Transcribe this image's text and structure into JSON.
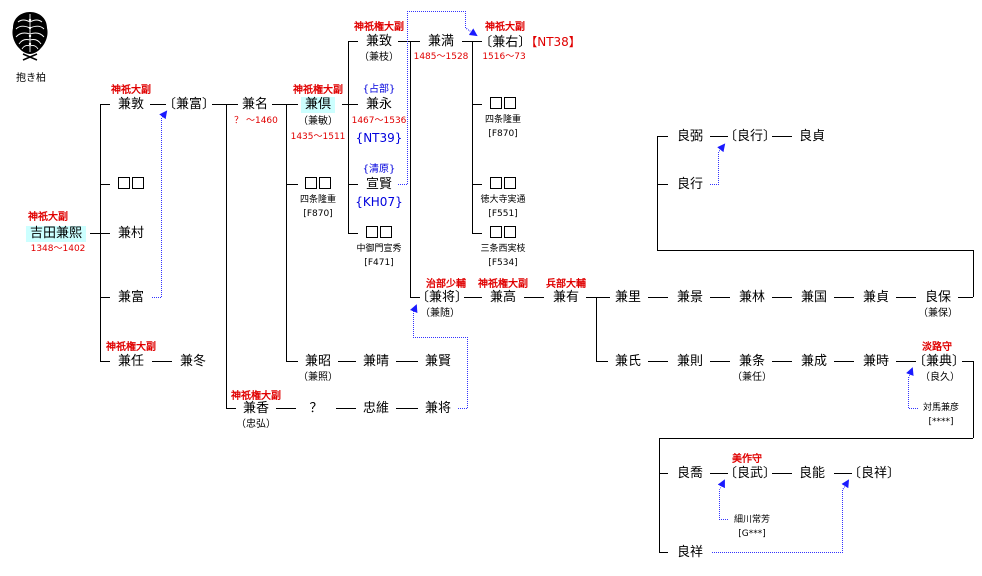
{
  "crest": {
    "icon": "kashiwa-crest-icon",
    "label": "抱き柏"
  },
  "colors": {
    "title": "#e00000",
    "clan": "#0000dd",
    "highlight": "#ccffff",
    "adoption_link": "#3333ff",
    "line": "#000000"
  },
  "nodes": {
    "kanehiro": {
      "name": "吉田兼熙",
      "title": "神祇大副",
      "years": "1348〜1402"
    },
    "kaneatsu": {
      "name": "兼敦",
      "title": "神祇大副"
    },
    "kanetomi_adopt": {
      "name": "〔兼富〕"
    },
    "unknown_a": {
      "name": "□□"
    },
    "kanemura": {
      "name": "兼村"
    },
    "kanetomi": {
      "name": "兼富"
    },
    "kanetou": {
      "name": "兼任",
      "title": "神祇権大副"
    },
    "kanefuyu": {
      "name": "兼冬"
    },
    "kanena": {
      "name": "兼名",
      "years": "？ 〜1460"
    },
    "kanetomo": {
      "name": "兼倶",
      "title": "神祇権大副",
      "alt": "（兼敏）",
      "years": "1435〜1511"
    },
    "unknown_b": {
      "name": "□□",
      "sub1": "四条隆重",
      "sub2": "[F870]"
    },
    "kaneaki": {
      "name": "兼昭",
      "alt": "（兼照）"
    },
    "kaneharu": {
      "name": "兼晴"
    },
    "kanekata": {
      "name": "兼賢"
    },
    "kaneka": {
      "name": "兼香",
      "title": "神祇権大副",
      "alt": "（忠弘）"
    },
    "unknown_q": {
      "name": "？"
    },
    "tadatsuna": {
      "name": "忠維"
    },
    "kanemasa_a": {
      "name": "兼将"
    },
    "kanemune": {
      "name": "兼致",
      "title": "神祇権大副",
      "alt": "（兼枝）"
    },
    "kanenaga": {
      "name": "兼永",
      "clan": "{占部}",
      "years": "1467〜1536",
      "code": "{NT39}"
    },
    "nobukata": {
      "name": "宣賢",
      "clan": "{清原}",
      "code": "{KH07}"
    },
    "unknown_c": {
      "name": "□□",
      "sub1": "中御門宣秀",
      "sub2": "[F471]"
    },
    "kanemitsu": {
      "name": "兼満",
      "years": "1485〜1528"
    },
    "kanemigi": {
      "name": "〔兼右〕",
      "code": "【NT38】",
      "title": "神祇大副",
      "years": "1516〜73"
    },
    "unknown_d": {
      "name": "□□",
      "sub1": "四条隆重",
      "sub2": "[F870]"
    },
    "unknown_e": {
      "name": "□□",
      "sub1": "徳大寺実通",
      "sub2": "[F551]"
    },
    "unknown_f": {
      "name": "□□",
      "sub1": "三条西実枝",
      "sub2": "[F534]"
    },
    "kanemasa_b": {
      "name": "〔兼将〕",
      "title": "治部少輔",
      "alt": "（兼随）"
    },
    "kanetaka": {
      "name": "兼高",
      "title": "神祇権大副"
    },
    "kaneari": {
      "name": "兼有",
      "title": "兵部大輔"
    },
    "kanesato": {
      "name": "兼里"
    },
    "kanekage": {
      "name": "兼景"
    },
    "kanebayashi": {
      "name": "兼林"
    },
    "kanekuni": {
      "name": "兼国"
    },
    "kanesada": {
      "name": "兼貞"
    },
    "yoshiyasu": {
      "name": "良保",
      "alt": "（兼保）"
    },
    "kaneuji": {
      "name": "兼氏"
    },
    "kanenori": {
      "name": "兼則"
    },
    "kaneeda": {
      "name": "兼条",
      "alt": "（兼任）"
    },
    "kanenari": {
      "name": "兼成"
    },
    "kanetoki": {
      "name": "兼時"
    },
    "kanenori2": {
      "name": "〔兼典〕",
      "title": "淡路守",
      "alt": "（良久）"
    },
    "tsushima": {
      "name": "対馬兼彦",
      "sub2": "[****]"
    },
    "yoshihiro": {
      "name": "良弼"
    },
    "yoshiyuki_adopt": {
      "name": "〔良行〕"
    },
    "yoshisada": {
      "name": "良貞"
    },
    "yoshiyuki": {
      "name": "良行"
    },
    "yoshitaka": {
      "name": "良喬"
    },
    "yoshitake": {
      "name": "〔良武〕",
      "title": "美作守"
    },
    "hosokawa": {
      "name": "細川常芳",
      "sub2": "[G***]"
    },
    "yoshiyoshi": {
      "name": "良能"
    },
    "yoshinaga_adopt": {
      "name": "〔良祥〕"
    },
    "yoshinaga": {
      "name": "良祥"
    }
  }
}
